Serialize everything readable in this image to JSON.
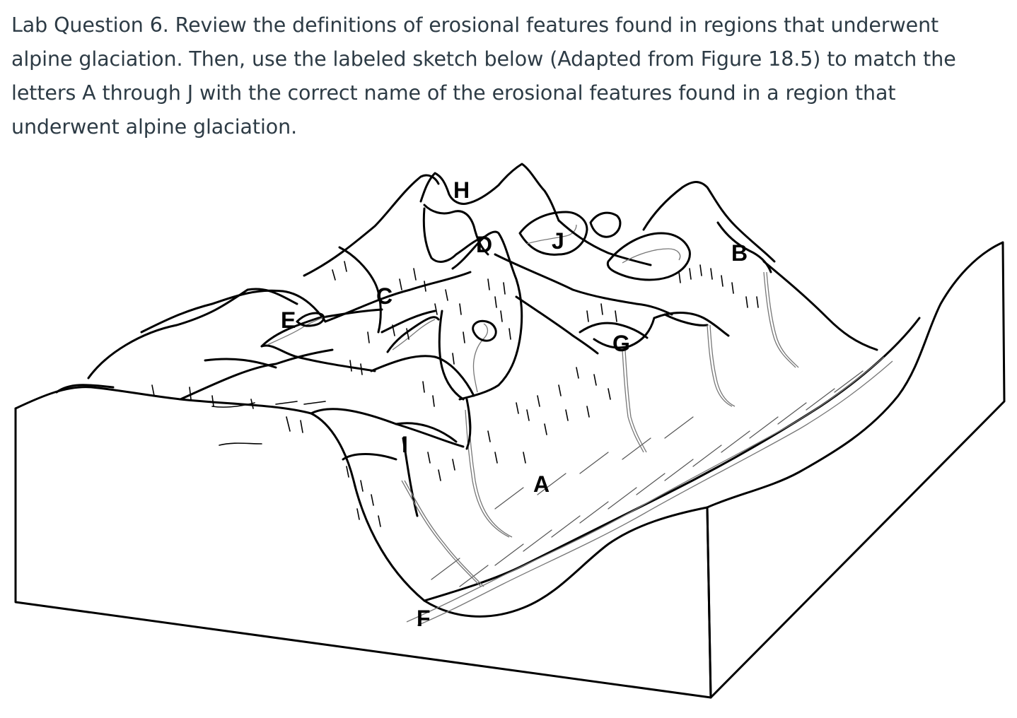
{
  "question": {
    "text": "Lab Question 6. Review the definitions of erosional features found in regions that underwent alpine glaciation. Then, use the labeled sketch below (Adapted from Figure 18.5) to match the letters A through J with the correct name of the erosional features found in a region that underwent alpine glaciation."
  },
  "diagram": {
    "labels": {
      "A": "A",
      "B": "B",
      "C": "C",
      "D": "D",
      "E": "E",
      "F": "F",
      "G": "G",
      "H": "H",
      "I": "I",
      "J": "J"
    }
  },
  "colors": {
    "question_text": "#2d3b45",
    "ink": "#000000",
    "background": "#ffffff"
  }
}
